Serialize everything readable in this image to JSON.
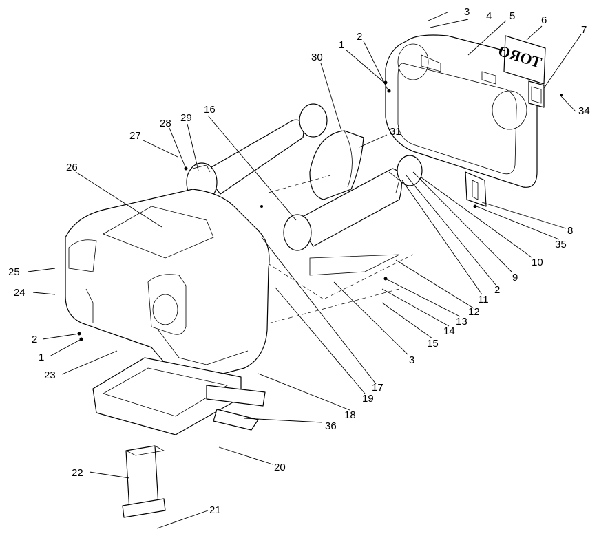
{
  "logo": {
    "text": "TORO"
  },
  "callouts": [
    {
      "id": "c1a",
      "label": "1"
    },
    {
      "id": "c2a",
      "label": "2"
    },
    {
      "id": "c3a",
      "label": "3"
    },
    {
      "id": "c4",
      "label": "4"
    },
    {
      "id": "c5",
      "label": "5"
    },
    {
      "id": "c6",
      "label": "6"
    },
    {
      "id": "c7",
      "label": "7"
    },
    {
      "id": "c30",
      "label": "30"
    },
    {
      "id": "c34",
      "label": "34"
    },
    {
      "id": "c16",
      "label": "16"
    },
    {
      "id": "c29",
      "label": "29"
    },
    {
      "id": "c28",
      "label": "28"
    },
    {
      "id": "c27",
      "label": "27"
    },
    {
      "id": "c31",
      "label": "31"
    },
    {
      "id": "c26",
      "label": "26"
    },
    {
      "id": "c8",
      "label": "8"
    },
    {
      "id": "c35",
      "label": "35"
    },
    {
      "id": "c10",
      "label": "10"
    },
    {
      "id": "c9",
      "label": "9"
    },
    {
      "id": "c2b",
      "label": "2"
    },
    {
      "id": "c11",
      "label": "11"
    },
    {
      "id": "c12",
      "label": "12"
    },
    {
      "id": "c13",
      "label": "13"
    },
    {
      "id": "c14",
      "label": "14"
    },
    {
      "id": "c15",
      "label": "15"
    },
    {
      "id": "c25",
      "label": "25"
    },
    {
      "id": "c24",
      "label": "24"
    },
    {
      "id": "c2c",
      "label": "2"
    },
    {
      "id": "c1b",
      "label": "1"
    },
    {
      "id": "c23",
      "label": "23"
    },
    {
      "id": "c3b",
      "label": "3"
    },
    {
      "id": "c17",
      "label": "17"
    },
    {
      "id": "c19",
      "label": "19"
    },
    {
      "id": "c18",
      "label": "18"
    },
    {
      "id": "c36",
      "label": "36"
    },
    {
      "id": "c20",
      "label": "20"
    },
    {
      "id": "c22",
      "label": "22"
    },
    {
      "id": "c21",
      "label": "21"
    }
  ]
}
